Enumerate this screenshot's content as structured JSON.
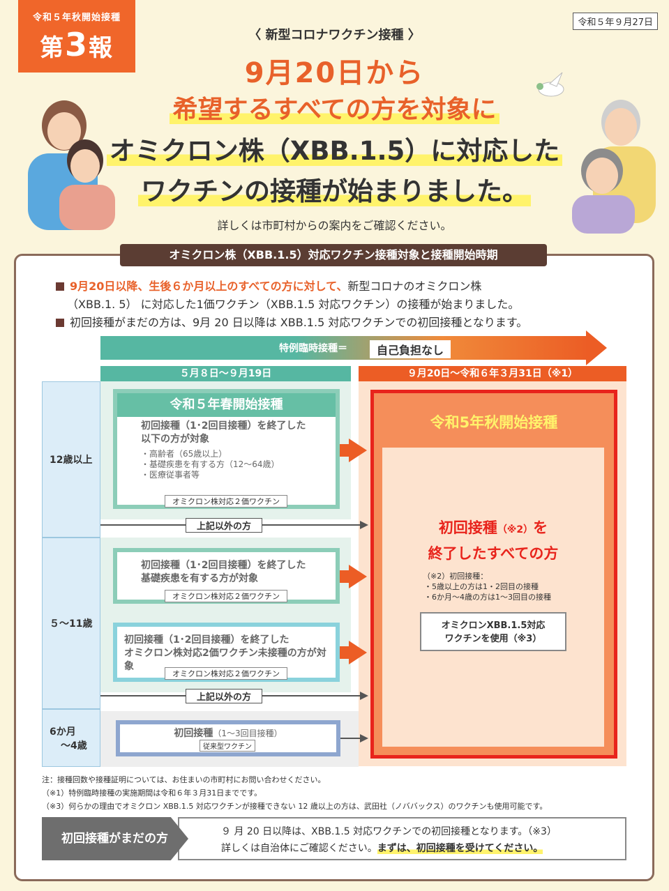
{
  "badge": {
    "small": "令和５年秋開始接種",
    "pre": "第",
    "num": "3",
    "post": "報"
  },
  "date": "令和５年９月27日",
  "category": "〈 新型コロナワクチン接種 〉",
  "headline1": "9月20日から",
  "headline2": "希望するすべての方を対象に",
  "headline3": "オミクロン株（XBB.1.5）に対応した",
  "headline4": "ワクチンの接種が始まりました。",
  "detail": "詳しくは市町村からの案内をご確認ください。",
  "panel_title": "オミクロン株（XBB.1.5）対応ワクチン接種対象と接種開始時期",
  "bullets": {
    "b1_highlight": "9月20日以降、生後６か月以上のすべての方に対して、",
    "b1_rest": "新型コロナのオミクロン株",
    "b1_line2": "（XBB.1. 5） に対応した1価ワクチン（XBB.1.5 対応ワクチン）の接種が始まりました。",
    "b2": "初回接種がまだの方は、9月 20 日以降は XBB.1.5 対応ワクチンでの初回接種となります。"
  },
  "timeline": {
    "tokurei": "特例臨時接種＝",
    "jiko": "自己負担なし",
    "phase1": "５月８日～９月19日",
    "phase2": "９月20日～令和６年３月31日（※1）"
  },
  "ages": {
    "a1": "12歳以上",
    "a2": "５～11歳",
    "a3a": "6か月",
    "a3b": "～4歳"
  },
  "spring": {
    "title": "令和５年春開始接種",
    "body1": "初回接種（1･2回目接種）を終了した",
    "body2": "以下の方が対象",
    "items": [
      "・高齢者（65歳以上）",
      "・基礎疾患を有する方（12～64歳）",
      "・医療従事者等"
    ],
    "tag": "オミクロン株対応２価ワクチン"
  },
  "other1": "上記以外の方",
  "kids1": {
    "body1": "初回接種（1･2回目接種）を終了した",
    "body2": "基礎疾患を有する方が対象",
    "tag": "オミクロン株対応２価ワクチン"
  },
  "kids2": {
    "body1": "初回接種（1･2回目接種）を終了した",
    "body2": "オミクロン株対応2価ワクチン未接種の方が対象",
    "tag": "オミクロン株対応２価ワクチン"
  },
  "other2": "上記以外の方",
  "infant": {
    "title": "初回接種",
    "sub": "（1～3回目接種）",
    "tag": "従来型ワクチン"
  },
  "autumn": {
    "title": "令和5年秋開始接種",
    "main1a": "初回接種",
    "main1b": "（※2）",
    "main1c": "を",
    "main2": "終了したすべての方",
    "note_head": "（※2）初回接種：",
    "note1": "・5歳以上の方は1・2回目の接種",
    "note2": "・6か月～4歳の方は1～3回目の接種",
    "vaccine1": "オミクロンXBB.1.5対応",
    "vaccine2": "ワクチンを使用（※3）"
  },
  "notes": [
    "注：接種回数や接種証明については、お住まいの市町村にお問い合わせください。",
    "（※1）特例臨時接種の実施期間は令和６年３月31日までです。",
    "（※3）何らかの理由でオミクロン XBB.1.5 対応ワクチンが接種できない 12 歳以上の方は、武田社（ノババックス）のワクチンも使用可能です。"
  ],
  "bottom": {
    "label": "初回接種がまだの方",
    "line1": "９ 月 20 日以降は、XBB.1.5 対応ワクチンでの初回接種となります。（※3）",
    "line2a": "詳しくは自治体にご確認ください。",
    "line2b": "まずは、初回接種を受けてください。"
  },
  "colors": {
    "orange": "#ec5d25",
    "teal": "#56b7a2",
    "red": "#e8241c",
    "brown": "#5b3d33"
  }
}
